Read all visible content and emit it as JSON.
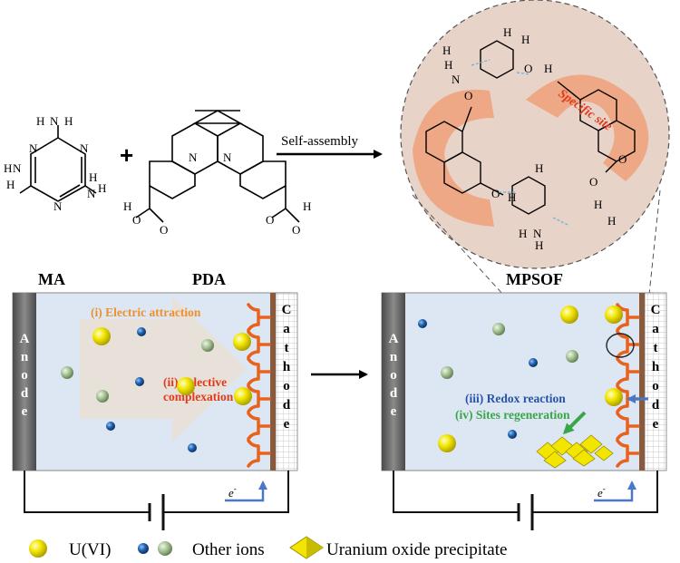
{
  "molecules": {
    "ma_label": "MA",
    "pda_label": "PDA",
    "product_label": "MPSOF",
    "plus": "+",
    "reaction_arrow_label": "Self-assembly",
    "specific_site_label": "Specific site"
  },
  "left_cell": {
    "anode_letters": [
      "A",
      "n",
      "o",
      "d",
      "e"
    ],
    "cathode_letters": [
      "C",
      "a",
      "t",
      "h",
      "o",
      "d",
      "e"
    ],
    "step1": "(i) Electric attraction",
    "step2_line1": "(ii) Selective",
    "step2_line2": "complexation",
    "electron": "e",
    "electron_sup": "-"
  },
  "right_cell": {
    "anode_letters": [
      "A",
      "n",
      "o",
      "d",
      "e"
    ],
    "cathode_letters": [
      "C",
      "a",
      "t",
      "h",
      "o",
      "d",
      "e"
    ],
    "step3": "(iii) Redox reaction",
    "step4": "(iv) Sites regeneration",
    "electron": "e",
    "electron_sup": "-"
  },
  "legend": {
    "uranium": "U(VI)",
    "other_ions": "Other ions",
    "precipitate": "Uranium oxide precipitate"
  },
  "colors": {
    "ion_yellow": "#f2e600",
    "ion_blue": "#1f5fa8",
    "ion_green": "#9dbb8c",
    "electrolyte": "#dce7f3",
    "electrode_gray": "#6b6b6b",
    "site_orange": "#e8621e",
    "orange_text": "#f0902a",
    "red_text": "#e23a1c",
    "blue_text": "#2a53a6",
    "green_text": "#3aa64a"
  }
}
